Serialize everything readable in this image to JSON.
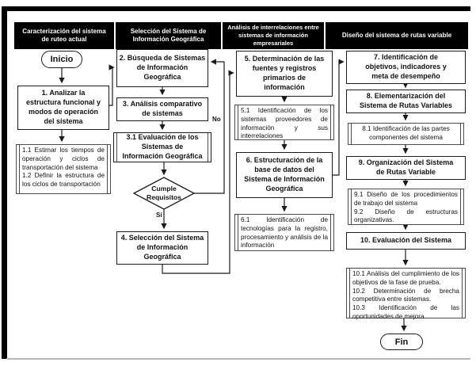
{
  "diagram": {
    "colors": {
      "header_bg": "#000000",
      "header_text": "#ffffff",
      "box_border": "#1a1a1a",
      "connector": "#1a1a1a",
      "background": "#ffffff"
    },
    "headers": [
      "Caracterización del sistema\nde ruteo actual",
      "Selección del Sistema de\nInformación Geográfica",
      "Análisis de interrelaciones entre\nsistemas de información\nempresariales",
      "Diseño del sistema de rutas variable"
    ],
    "nodes": {
      "inicio": "Inicio",
      "n1": "1. Analizar la\nestructura funcional y\nmodos de operación\ndel sistema",
      "sub1": "1.1 Estimar los tiempos de operación y ciclos de transportación del sistema\n1.2 Definir la estructura de los ciclos de transportación",
      "n2": "2. Búsqueda de Sistemas\nde Información\nGeográfica",
      "n3": "3. Análisis comparativo\nde sistemas",
      "n3_1": "3.1 Evaluación de los\nSistemas de\nInformación Geográfica",
      "decision": "Cumple\nRequisitos",
      "yes": "Sí",
      "no": "No",
      "n4": "4. Selección del Sistema\nde Información\nGeográfica",
      "n5": "5. Determinación de las\nfuentes y registros\nprimarios de\ninformación",
      "sub5": "5.1 Identificación de los sistemas proveedores de información y sus interrelaciones",
      "n6": "6. Estructuración de la\nbase de datos del\nSistema de Información\nGeográfica",
      "sub6": "6.1 Identificación de tecnologías para la registro, procesamiento y análisis de la información",
      "n7": "7. Identificación de\nobjetivos, indicadores y\nmeta de desempeño",
      "n8": "8. Elementarización del\nSistema de Rutas Variables",
      "sub8": "8.1 Identificación de las partes\ncomponentes del sistema",
      "n9": "9. Organización del Sistema\nde Rutas Variable",
      "sub9": "9.1 Diseño de los procedimientos de trabajo del sistema\n9.2 Diseño de estructuras organizativas.",
      "n10": "10. Evaluación del Sistema",
      "sub10": "10.1 Análisis del cumplimiento de los objetivos de la fase de prueba.\n10.2 Determinación de brecha competitiva entre sistemas.\n10.3 Identificación de las oportunidades de mejora.",
      "fin": "Fin"
    }
  }
}
